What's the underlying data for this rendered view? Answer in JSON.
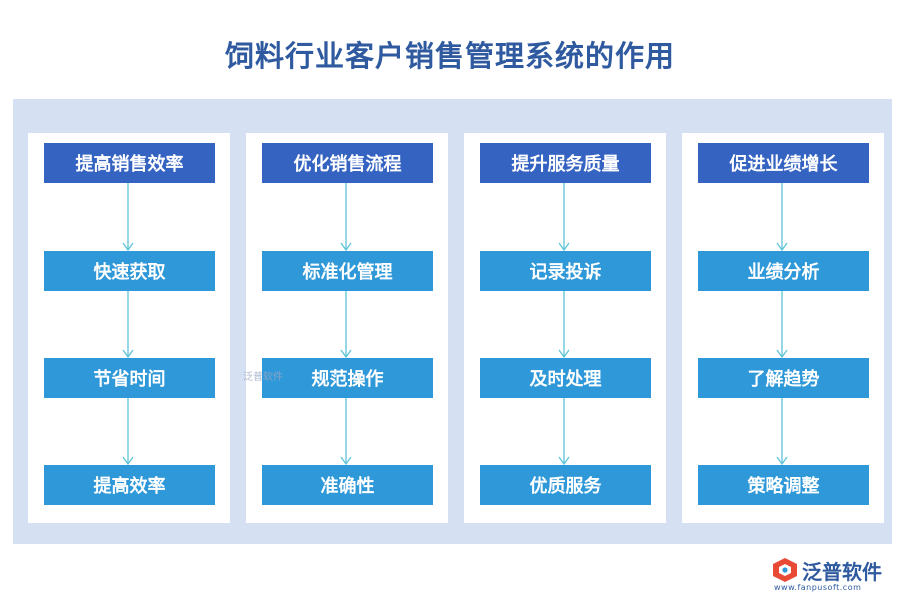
{
  "title": "饲料行业客户销售管理系统的作用",
  "colors": {
    "title": "#2f5a9f",
    "panel_background": "#d6e0f3",
    "header_box": "#3563c1",
    "step_box": "#2f98d8",
    "arrow": "#5ec4d8"
  },
  "columns": [
    {
      "header": "提高销售效率",
      "steps": [
        "快速获取",
        "节省时间",
        "提高效率"
      ]
    },
    {
      "header": "优化销售流程",
      "steps": [
        "标准化管理",
        "规范操作",
        "准确性"
      ]
    },
    {
      "header": "提升服务质量",
      "steps": [
        "记录投诉",
        "及时处理",
        "优质服务"
      ]
    },
    {
      "header": "促进业绩增长",
      "steps": [
        "业绩分析",
        "了解趋势",
        "策略调整"
      ]
    }
  ],
  "watermark": "泛普软件",
  "logo": {
    "name": "泛普软件",
    "url": "www.fanpusoft.com",
    "icon": "fanpu-logo-icon"
  }
}
